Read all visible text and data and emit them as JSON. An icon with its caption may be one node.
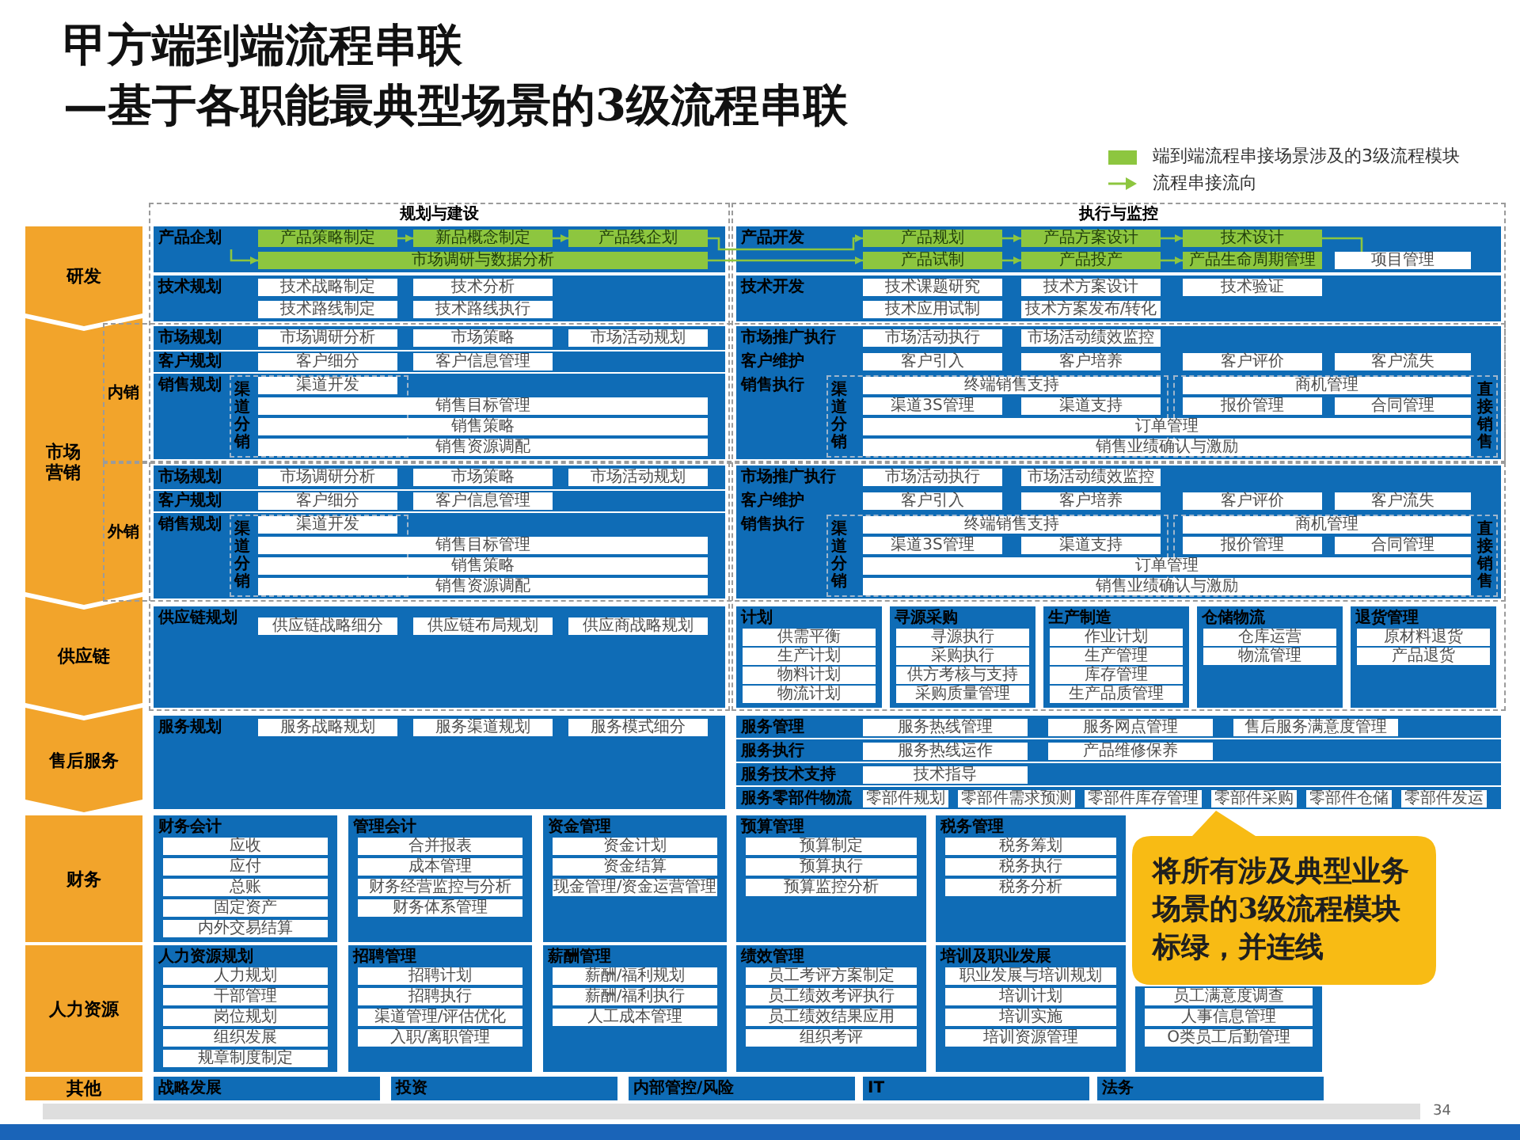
{
  "diagram": {
    "title": "甲方端到端流程串联",
    "nodes": [
      {
        "text": [
          "研发"
        ]
      },
      {
        "text": [
          "市场营销",
          "内销",
          "外销"
        ]
      },
      {
        "text": [
          "供应链"
        ]
      },
      {
        "text": [
          "售后服务"
        ]
      },
      {
        "text": [
          "财务"
        ]
      },
      {
        "text": [
          "人力资源"
        ]
      },
      {
        "text": [
          "其他"
        ]
      },
      {
        "text": [
          "规划与建设"
        ]
      },
      {
        "text": [
          "执行与监控"
        ]
      },
      {
        "text": [],
        "shape": "box"
      },
      {
        "text": [],
        "shape": "box"
      },
      {
        "text": [
          "产品企划"
        ],
        "in": 7
      },
      {
        "text": [
          "产品策略制定"
        ],
        "in": 11
      },
      {
        "text": [
          "新品概念制定"
        ],
        "in": 11
      },
      {
        "text": [
          "产品线企划"
        ],
        "in": 11
      },
      {
        "text": [
          "市场调研与数据分析"
        ],
        "in": 11
      },
      {
        "text": [
          "技术规划"
        ],
        "in": 7
      },
      {
        "text": [
          "技术战略制定"
        ],
        "in": 16
      },
      {
        "text": [
          "技术分析"
        ],
        "in": 16
      },
      {
        "text": [
          "技术路线制定"
        ],
        "in": 16
      },
      {
        "text": [
          "技术路线执行"
        ],
        "in": 16
      },
      {
        "text": [
          "产品开发"
        ],
        "in": 8
      },
      {
        "text": [
          "产品规划"
        ],
        "in": 21
      },
      {
        "text": [
          "产品方案设计"
        ],
        "in": 21
      },
      {
        "text": [
          "技术设计"
        ],
        "in": 21
      },
      {
        "text": [
          "产品试制"
        ],
        "in": 21
      },
      {
        "text": [
          "产品投产"
        ],
        "in": 21
      },
      {
        "text": [
          "产品生命周期管理"
        ],
        "in": 21
      },
      {
        "text": [
          "项目管理"
        ],
        "in": 21
      },
      {
        "text": [
          "技术开发"
        ],
        "in": 8
      },
      {
        "text": [
          "技术课题研究"
        ],
        "in": 29
      },
      {
        "text": [
          "技术方案设计"
        ],
        "in": 29
      },
      {
        "text": [
          "技术验证"
        ],
        "in": 29
      },
      {
        "text": [
          "技术应用试制"
        ],
        "in": 29
      },
      {
        "text": [
          "技术方案发布/转化"
        ],
        "in": 29
      },
      {
        "text": [
          "市场规划"
        ]
      },
      {
        "text": [
          "市场调研分析"
        ],
        "in": 35
      },
      {
        "text": [
          "市场策略"
        ],
        "in": 35
      },
      {
        "text": [
          "市场活动规划"
        ],
        "in": 35
      },
      {
        "text": [
          "客户规划"
        ]
      },
      {
        "text": [
          "客户细分"
        ],
        "in": 39
      },
      {
        "text": [
          "客户信息管理"
        ],
        "in": 39
      },
      {
        "text": [
          "销售规划"
        ]
      },
      {
        "text": [
          "渠道分销"
        ],
        "in": 42
      },
      {
        "text": [
          "渠道开发"
        ],
        "in": 43
      },
      {
        "text": [
          "销售目标管理"
        ],
        "in": 42
      },
      {
        "text": [
          "销售策略"
        ],
        "in": 42
      },
      {
        "text": [
          "销售资源调配"
        ],
        "in": 42
      },
      {
        "text": [
          "市场推广执行"
        ]
      },
      {
        "text": [
          "市场活动执行"
        ],
        "in": 48
      },
      {
        "text": [
          "市场活动绩效监控"
        ],
        "in": 48
      },
      {
        "text": [
          "客户维护"
        ]
      },
      {
        "text": [
          "客户引入"
        ],
        "in": 51
      },
      {
        "text": [
          "客户培养"
        ],
        "in": 51
      },
      {
        "text": [
          "客户评价"
        ],
        "in": 51
      },
      {
        "text": [
          "客户流失"
        ],
        "in": 51
      },
      {
        "text": [
          "销售执行"
        ]
      },
      {
        "text": [
          "渠道分销"
        ],
        "in": 56
      },
      {
        "text": [
          "终端销售支持"
        ],
        "in": 57
      },
      {
        "text": [
          "渠道3S管理"
        ],
        "in": 57
      },
      {
        "text": [
          "渠道支持"
        ],
        "in": 57
      },
      {
        "text": [
          "直接销售"
        ],
        "in": 56
      },
      {
        "text": [
          "商机管理"
        ],
        "in": 61
      },
      {
        "text": [
          "报价管理"
        ],
        "in": 61
      },
      {
        "text": [
          "合同管理"
        ],
        "in": 61
      },
      {
        "text": [
          "订单管理"
        ],
        "in": 56
      },
      {
        "text": [
          "销售业绩确认与激励"
        ],
        "in": 56
      },
      {
        "text": [
          "市场规划"
        ]
      },
      {
        "text": [
          "市场调研分析"
        ],
        "in": 67
      },
      {
        "text": [
          "市场策略"
        ],
        "in": 67
      },
      {
        "text": [
          "市场活动规划"
        ],
        "in": 67
      },
      {
        "text": [
          "客户规划"
        ]
      },
      {
        "text": [
          "客户细分"
        ],
        "in": 71
      },
      {
        "text": [
          "客户信息管理"
        ],
        "in": 71
      },
      {
        "text": [
          "销售规划"
        ]
      },
      {
        "text": [
          "渠道分销"
        ],
        "in": 74
      },
      {
        "text": [
          "渠道开发"
        ],
        "in": 75
      },
      {
        "text": [
          "销售目标管理"
        ],
        "in": 74
      },
      {
        "text": [
          "销售策略"
        ],
        "in": 74
      },
      {
        "text": [
          "销售资源调配"
        ],
        "in": 74
      },
      {
        "text": [
          "市场推广执行"
        ]
      },
      {
        "text": [
          "市场活动执行"
        ],
        "in": 80
      },
      {
        "text": [
          "市场活动绩效监控"
        ],
        "in": 80
      },
      {
        "text": [
          "客户维护"
        ]
      },
      {
        "text": [
          "客户引入"
        ],
        "in": 83
      },
      {
        "text": [
          "客户培养"
        ],
        "in": 83
      },
      {
        "text": [
          "客户评价"
        ],
        "in": 83
      },
      {
        "text": [
          "客户流失"
        ],
        "in": 83
      },
      {
        "text": [
          "销售执行"
        ]
      },
      {
        "text": [
          "渠道分销"
        ],
        "in": 88
      },
      {
        "text": [
          "终端销售支持"
        ],
        "in": 89
      },
      {
        "text": [
          "渠道3S管理"
        ],
        "in": 89
      },
      {
        "text": [
          "渠道支持"
        ],
        "in": 89
      },
      {
        "text": [
          "直接销售"
        ],
        "in": 88
      },
      {
        "text": [
          "商机管理"
        ],
        "in": 93
      },
      {
        "text": [
          "报价管理"
        ],
        "in": 93
      },
      {
        "text": [
          "合同管理"
        ],
        "in": 93
      },
      {
        "text": [
          "订单管理"
        ],
        "in": 88
      },
      {
        "text": [
          "销售业绩确认与激励"
        ],
        "in": 88
      },
      {
        "text": [
          "供应链规划"
        ],
        "in": 7
      },
      {
        "text": [
          "供应链战略细分"
        ],
        "in": 99
      },
      {
        "text": [
          "供应链布局规划"
        ],
        "in": 99
      },
      {
        "text": [
          "供应商战略规划"
        ],
        "in": 99
      },
      {
        "text": [
          "计划"
        ],
        "in": 8
      },
      {
        "text": [
          "供需平衡"
        ],
        "in": 103
      },
      {
        "text": [
          "生产计划"
        ],
        "in": 103
      },
      {
        "text": [
          "物料计划"
        ],
        "in": 103
      },
      {
        "text": [
          "物流计划"
        ],
        "in": 103
      },
      {
        "text": [
          "寻源采购"
        ],
        "in": 8
      },
      {
        "text": [
          "寻源执行"
        ],
        "in": 108
      },
      {
        "text": [
          "采购执行"
        ],
        "in": 108
      },
      {
        "text": [
          "供方考核与支持"
        ],
        "in": 108
      },
      {
        "text": [
          "采购质量管理"
        ],
        "in": 108
      },
      {
        "text": [
          "生产制造"
        ],
        "in": 8
      },
      {
        "text": [
          "作业计划"
        ],
        "in": 113
      },
      {
        "text": [
          "生产管理"
        ],
        "in": 113
      },
      {
        "text": [
          "库存管理"
        ],
        "in": 113
      },
      {
        "text": [
          "生产品质管理"
        ],
        "in": 113
      },
      {
        "text": [
          "仓储物流"
        ],
        "in": 8
      },
      {
        "text": [
          "仓库运营"
        ],
        "in": 118
      },
      {
        "text": [
          "物流管理"
        ],
        "in": 118
      },
      {
        "text": [
          "退货管理"
        ],
        "in": 8
      },
      {
        "text": [
          "原材料退货"
        ],
        "in": 121
      },
      {
        "text": [
          "产品退货"
        ],
        "in": 121
      },
      {
        "text": [
          "服务规划"
        ]
      },
      {
        "text": [
          "服务战略规划"
        ],
        "in": 124
      },
      {
        "text": [
          "服务渠道规划"
        ],
        "in": 124
      },
      {
        "text": [
          "服务模式细分"
        ],
        "in": 124
      },
      {
        "text": [
          "服务管理"
        ]
      },
      {
        "text": [
          "服务热线管理"
        ],
        "in": 128
      },
      {
        "text": [
          "服务网点管理"
        ],
        "in": 128
      },
      {
        "text": [
          "售后服务满意度管理"
        ],
        "in": 128
      },
      {
        "text": [
          "服务执行"
        ]
      },
      {
        "text": [
          "服务热线运作"
        ],
        "in": 132
      },
      {
        "text": [
          "产品维修保养"
        ],
        "in": 132
      },
      {
        "text": [
          "服务技术支持"
        ]
      },
      {
        "text": [
          "技术指导"
        ],
        "in": 135
      },
      {
        "text": [
          "服务零部件物流"
        ]
      },
      {
        "text": [
          "零部件规划"
        ],
        "in": 137
      },
      {
        "text": [
          "零部件需求预测"
        ],
        "in": 137
      },
      {
        "text": [
          "零部件库存管理"
        ],
        "in": 137
      },
      {
        "text": [
          "零部件采购"
        ],
        "in": 137
      },
      {
        "text": [
          "零部件仓储"
        ],
        "in": 137
      },
      {
        "text": [
          "零部件发运"
        ],
        "in": 137
      },
      {
        "text": [
          "财务会计"
        ]
      },
      {
        "text": [
          "应收"
        ],
        "in": 144
      },
      {
        "text": [
          "应付"
        ],
        "in": 144
      },
      {
        "text": [
          "总账"
        ],
        "in": 144
      },
      {
        "text": [
          "固定资产"
        ],
        "in": 144
      },
      {
        "text": [
          "内外交易结算"
        ],
        "in": 144
      },
      {
        "text": [
          "管理会计"
        ]
      },
      {
        "text": [
          "合并报表"
        ],
        "in": 150
      },
      {
        "text": [
          "成本管理"
        ],
        "in": 150
      },
      {
        "text": [
          "财务经营监控与分析"
        ],
        "in": 150
      },
      {
        "text": [
          "财务体系管理"
        ],
        "in": 150
      },
      {
        "text": [
          "资金管理"
        ]
      },
      {
        "text": [
          "资金计划"
        ],
        "in": 155
      },
      {
        "text": [
          "资金结算"
        ],
        "in": 155
      },
      {
        "text": [
          "现金管理/资金运营管理"
        ],
        "in": 155
      },
      {
        "text": [
          "预算管理"
        ]
      },
      {
        "text": [
          "预算制定"
        ],
        "in": 159
      },
      {
        "text": [
          "预算执行"
        ],
        "in": 159
      },
      {
        "text": [
          "预算监控分析"
        ],
        "in": 159
      },
      {
        "text": [
          "税务管理"
        ]
      },
      {
        "text": [
          "税务筹划"
        ],
        "in": 163
      },
      {
        "text": [
          "税务执行"
        ],
        "in": 163
      },
      {
        "text": [
          "税务分析"
        ],
        "in": 163
      },
      {
        "text": [
          "人力资源规划"
        ]
      },
      {
        "text": [
          "人力规划"
        ],
        "in": 167
      },
      {
        "text": [
          "干部管理"
        ],
        "in": 167
      },
      {
        "text": [
          "岗位规划"
        ],
        "in": 167
      },
      {
        "text": [
          "组织发展"
        ],
        "in": 167
      },
      {
        "text": [
          "规章制度制定"
        ],
        "in": 167
      },
      {
        "text": [
          "招聘管理"
        ]
      },
      {
        "text": [
          "招聘计划"
        ],
        "in": 173
      },
      {
        "text": [
          "招聘执行"
        ],
        "in": 173
      },
      {
        "text": [
          "渠道管理/评估优化"
        ],
        "in": 173
      },
      {
        "text": [
          "入职/离职管理"
        ],
        "in": 173
      },
      {
        "text": [
          "薪酬管理"
        ]
      },
      {
        "text": [
          "薪酬/福利规划"
        ],
        "in": 178
      },
      {
        "text": [
          "薪酬/福利执行"
        ],
        "in": 178
      },
      {
        "text": [
          "人工成本管理"
        ],
        "in": 178
      },
      {
        "text": [
          "绩效管理"
        ]
      },
      {
        "text": [
          "员工考评方案制定"
        ],
        "in": 182
      },
      {
        "text": [
          "员工绩效考评执行"
        ],
        "in": 182
      },
      {
        "text": [
          "员工绩效结果应用"
        ],
        "in": 182
      },
      {
        "text": [
          "组织考评"
        ],
        "in": 182
      },
      {
        "text": [
          "培训及职业发展"
        ]
      },
      {
        "text": [
          "职业发展与培训规划"
        ],
        "in": 187
      },
      {
        "text": [
          "培训计划"
        ],
        "in": 187
      },
      {
        "text": [
          "培训实施"
        ],
        "in": 187
      },
      {
        "text": [
          "培训资源管理"
        ],
        "in": 187
      },
      {
        "text": [],
        "shape": "box"
      },
      {
        "text": [
          "员工满意度调查"
        ],
        "in": 192
      },
      {
        "text": [
          "人事信息管理"
        ],
        "in": 192
      },
      {
        "text": [
          "O类员工后勤管理"
        ],
        "in": 192
      },
      {
        "text": [
          "战略发展"
        ]
      },
      {
        "text": [
          "投资"
        ]
      },
      {
        "text": [
          "内部管控/风险"
        ]
      },
      {
        "text": [
          "IT"
        ]
      },
      {
        "text": [
          "法务"
        ]
      },
      {
        "text": [
          "将所有涉及典型业务场景的3级流程模块标绿，并连线"
        ]
      }
    ],
    "edges": [
      {
        "from": 12,
        "to": 13,
        "arrow": "to"
      },
      {
        "from": 13,
        "to": 14,
        "arrow": "to"
      },
      {
        "from": null,
        "to": 15,
        "arrow": "to"
      },
      {
        "from": 14,
        "to": 22,
        "arrow": "to"
      },
      {
        "from": 15,
        "to": 25,
        "arrow": "to"
      },
      {
        "from": 22,
        "to": 23,
        "arrow": "to"
      },
      {
        "from": 23,
        "to": 24,
        "arrow": "to"
      },
      {
        "from": 25,
        "to": 26,
        "arrow": "to"
      },
      {
        "from": 26,
        "to": 27,
        "arrow": "to"
      },
      {
        "from": 24,
        "to": 28,
        "arrow": "none"
      }
    ],
    "labels": [
      "—基于各职能最典型场景的3级流程串联",
      "34"
    ],
    "legend": [
      {
        "text": "端到端流程串接场景涉及的3级流程模块",
        "color": "#8dc63f"
      },
      {
        "text": "流程串接流向"
      }
    ]
  }
}
